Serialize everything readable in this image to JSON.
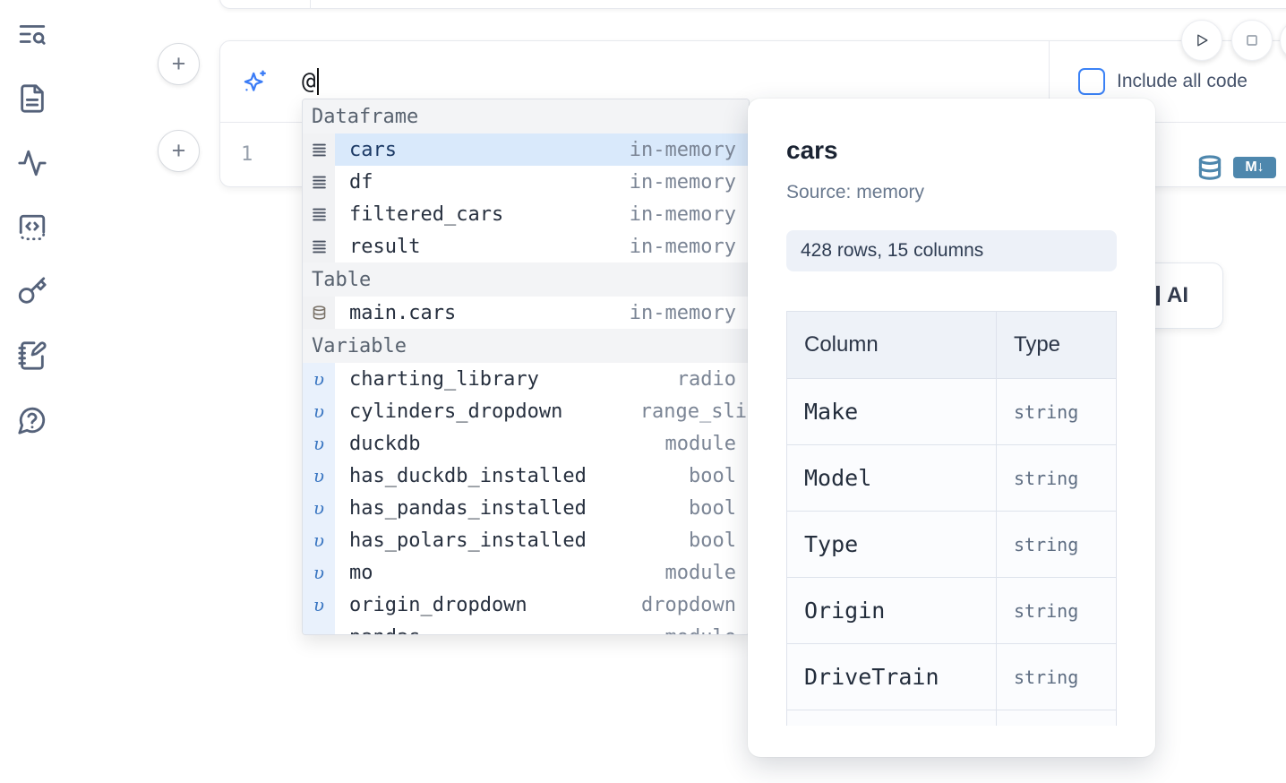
{
  "colors": {
    "accent_blue": "#3b82f6",
    "sparkle_blue": "#3b7cf6",
    "steel_blue": "#4e87ad",
    "selected_row_bg": "#d9e9fb",
    "popup_header_bg": "#f3f4f6"
  },
  "sidebar": {
    "items": [
      {
        "name": "toc-search",
        "icon": "text-search-icon"
      },
      {
        "name": "files",
        "icon": "file-text-icon"
      },
      {
        "name": "logs",
        "icon": "activity-icon"
      },
      {
        "name": "snippets",
        "icon": "code-snippet-icon"
      },
      {
        "name": "variables",
        "icon": "key-icon"
      },
      {
        "name": "scratchpad",
        "icon": "notebook-pen-icon"
      },
      {
        "name": "help",
        "icon": "chat-question-icon"
      }
    ]
  },
  "cell_controls": {
    "add_cell_above_label": "+",
    "add_cell_below_label": "+",
    "run_button_icon": "play-icon",
    "stop_button_icon": "stop-icon"
  },
  "ai_input": {
    "value": "@",
    "include_all_code_label": "Include all code",
    "checkbox_checked": false
  },
  "editor": {
    "line_number": "1",
    "language_buttons": {
      "database_icon": "database-icon",
      "markdown_icon_label": "M↓"
    }
  },
  "ai_button": {
    "label": "AI"
  },
  "autocomplete": {
    "sections": [
      {
        "label": "Dataframe",
        "icon": "dataframe-lines-icon",
        "items": [
          {
            "name": "cars",
            "type": "in-memory",
            "selected": true
          },
          {
            "name": "df",
            "type": "in-memory",
            "selected": false
          },
          {
            "name": "filtered_cars",
            "type": "in-memory",
            "selected": false
          },
          {
            "name": "result",
            "type": "in-memory",
            "selected": false
          }
        ]
      },
      {
        "label": "Table",
        "icon": "database-icon",
        "items": [
          {
            "name": "main.cars",
            "type": "in-memory",
            "selected": false
          }
        ]
      },
      {
        "label": "Variable",
        "icon": "variable-glyph",
        "items": [
          {
            "name": "charting_library",
            "type": "radio",
            "selected": false
          },
          {
            "name": "cylinders_dropdown",
            "type": "range_sli",
            "selected": false,
            "flush": true
          },
          {
            "name": "duckdb",
            "type": "module",
            "selected": false
          },
          {
            "name": "has_duckdb_installed",
            "type": "bool",
            "selected": false
          },
          {
            "name": "has_pandas_installed",
            "type": "bool",
            "selected": false
          },
          {
            "name": "has_polars_installed",
            "type": "bool",
            "selected": false
          },
          {
            "name": "mo",
            "type": "module",
            "selected": false
          },
          {
            "name": "origin_dropdown",
            "type": "dropdown",
            "selected": false
          },
          {
            "name": "pandas",
            "type": "module",
            "selected": false,
            "clipped": true
          }
        ]
      }
    ]
  },
  "preview": {
    "title": "cars",
    "source": "Source: memory",
    "shape": "428 rows, 15 columns",
    "table": {
      "headers": [
        "Column",
        "Type"
      ],
      "rows": [
        {
          "column": "Make",
          "type": "string"
        },
        {
          "column": "Model",
          "type": "string"
        },
        {
          "column": "Type",
          "type": "string"
        },
        {
          "column": "Origin",
          "type": "string"
        },
        {
          "column": "DriveTrain",
          "type": "string"
        }
      ],
      "clipped_extra_row": true
    }
  }
}
